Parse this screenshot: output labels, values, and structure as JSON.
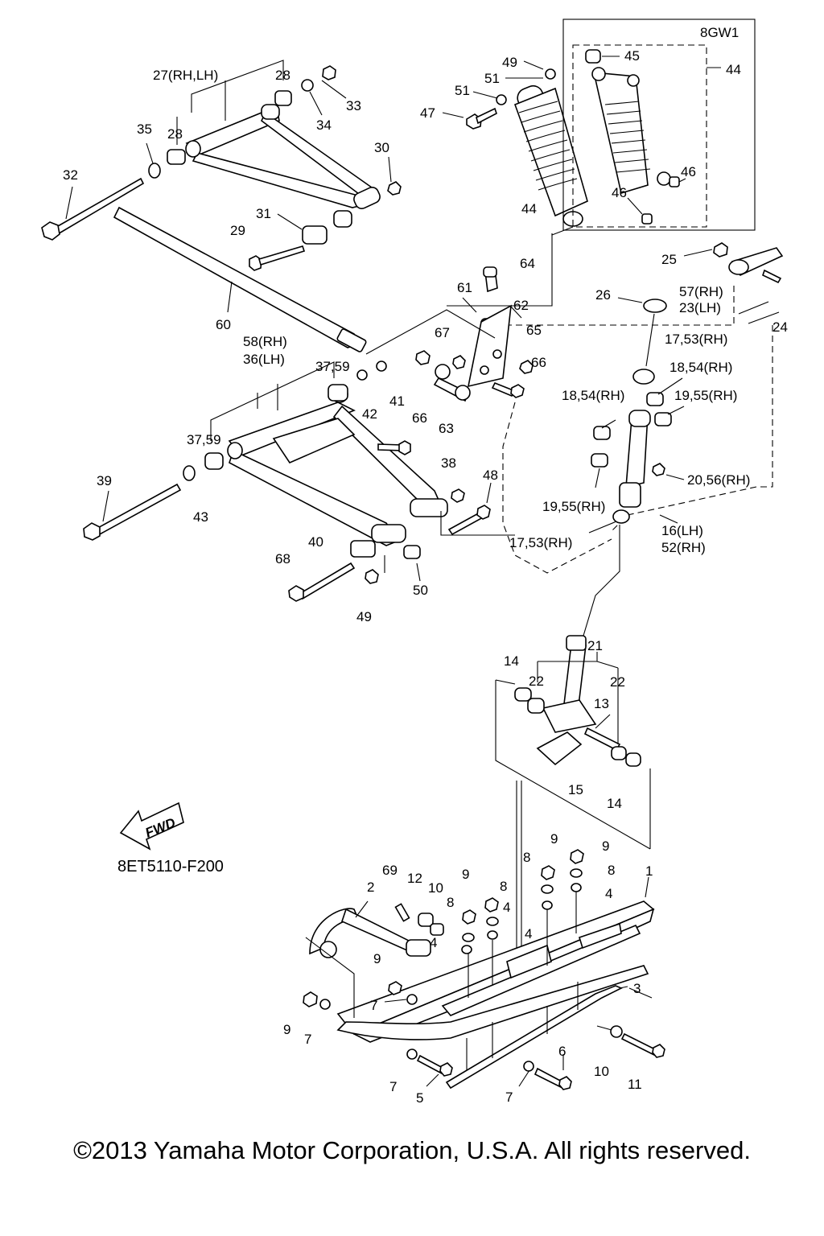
{
  "figure_code": "8ET5110-F200",
  "inset_label": "8GW1",
  "fwd_label": "FWD",
  "copyright": "©2013 Yamaha Motor Corporation, U.S.A. All rights reserved.",
  "callouts": {
    "c27": "27(RH,LH)",
    "c28a": "28",
    "c28b": "28",
    "c33": "33",
    "c34": "34",
    "c35": "35",
    "c30": "30",
    "c32": "32",
    "c31": "31",
    "c29": "29",
    "c60": "60",
    "c49a": "49",
    "c51a": "51",
    "c51b": "51",
    "c47": "47",
    "c44a": "44",
    "c45": "45",
    "c44b": "44",
    "c46a": "46",
    "c46b": "46",
    "c25": "25",
    "c57": "57(RH)",
    "c23": "23(LH)",
    "c24": "24",
    "c64": "64",
    "c61": "61",
    "c62": "62",
    "c26": "26",
    "c67": "67",
    "c65": "65",
    "c66a": "66",
    "c58": "58(RH)",
    "c36": "36(LH)",
    "c3759a": "37,59",
    "c41": "41",
    "c42": "42",
    "c66b": "66",
    "c63": "63",
    "c1753a": "17,53(RH)",
    "c1854a": "18,54(RH)",
    "c1854b": "18,54(RH)",
    "c1955a": "19,55(RH)",
    "c3759b": "37,59",
    "c39": "39",
    "c43": "43",
    "c38": "38",
    "c48": "48",
    "c2056": "20,56(RH)",
    "c1955b": "19,55(RH)",
    "c1753b": "17,53(RH)",
    "c16": "16(LH)",
    "c52": "52(RH)",
    "c40": "40",
    "c68": "68",
    "c50": "50",
    "c49b": "49",
    "c21": "21",
    "c14a": "14",
    "c22a": "22",
    "c22b": "22",
    "c13": "13",
    "c15": "15",
    "c14b": "14",
    "c9a": "9",
    "c9b": "9",
    "c8a": "8",
    "c8b": "8",
    "c4a": "4",
    "c69": "69",
    "c12": "12",
    "c10a": "10",
    "c9c": "9",
    "c8c": "8",
    "c8d": "8",
    "c4b": "4",
    "c4c": "4",
    "c4d": "4",
    "c2": "2",
    "c1": "1",
    "c3": "3",
    "c9d": "9",
    "c7a": "7",
    "c9e": "9",
    "c7b": "7",
    "c7c": "7",
    "c5": "5",
    "c7d": "7",
    "c6": "6",
    "c10b": "10",
    "c11": "11"
  }
}
